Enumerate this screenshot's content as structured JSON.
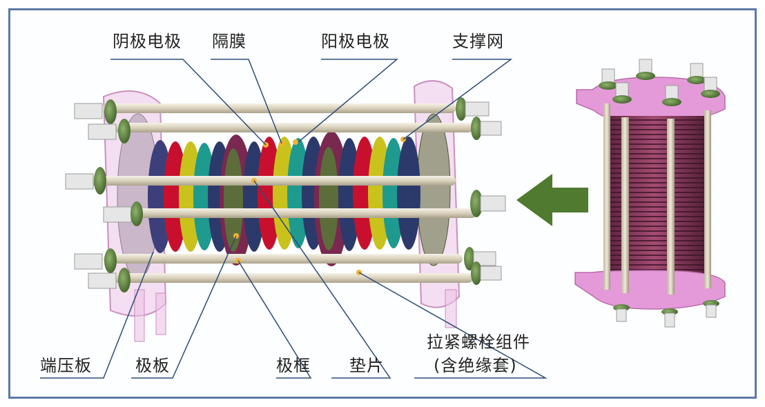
{
  "labels": {
    "cathode_electrode": "阴极电极",
    "diaphragm": "隔膜",
    "anode_electrode": "阳极电极",
    "support_mesh": "支撑网",
    "end_pressure_plate": "端压板",
    "electrode_plate": "极板",
    "electrode_frame": "极框",
    "gasket": "垫片",
    "tie_bolt_assembly_line1": "拉紧螺栓组件",
    "tie_bolt_assembly_line2": "(含绝缘套)"
  },
  "colors": {
    "frame_border": "#5d78a8",
    "arrow": "#4f7a2f",
    "bolt_rod": "#e3dcc8",
    "nut_green": "#5d7f3a",
    "end_plate": "#e9b8e0",
    "stack_body": "#8a3a5c",
    "disc_red": "#c8102e",
    "disc_yellow": "#c9c21d",
    "disc_teal": "#1e9a8f",
    "disc_navy": "#2b3a6b",
    "disc_maroon": "#7a2850"
  },
  "icons": {
    "direction_arrow": "left-arrow-icon"
  }
}
